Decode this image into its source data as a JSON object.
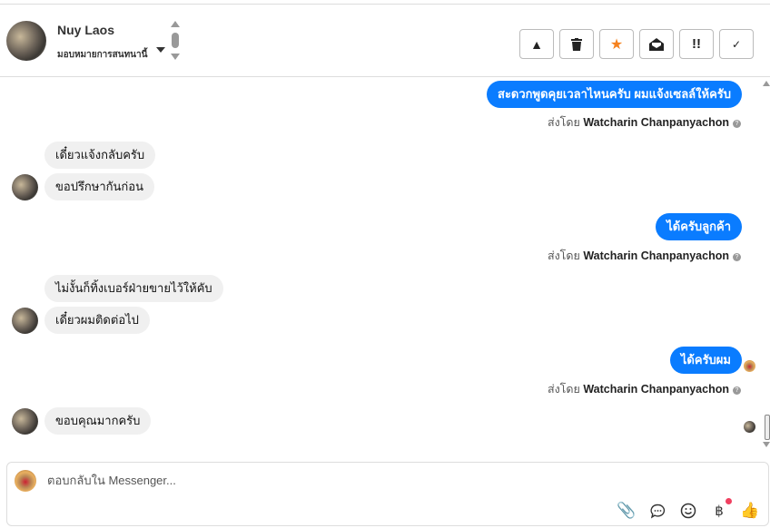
{
  "header": {
    "name": "Nuy Laos",
    "assign_label": "มอบหมายการสนทนานี้",
    "actions": [
      {
        "name": "spam",
        "icon": "warning-icon",
        "glyph": "⚠"
      },
      {
        "name": "delete",
        "icon": "trash-icon",
        "glyph": "🗑"
      },
      {
        "name": "star",
        "icon": "star-icon",
        "glyph": "★"
      },
      {
        "name": "mark-unread",
        "icon": "envelope-open-icon",
        "glyph": "✉"
      },
      {
        "name": "important",
        "icon": "exclamation-icon",
        "glyph": "!!"
      },
      {
        "name": "done",
        "icon": "check-icon",
        "glyph": "✓"
      }
    ]
  },
  "colors": {
    "outgoing": "#0a7cff",
    "incoming": "#f0f0f0",
    "star": "#f5821f"
  },
  "messages": [
    {
      "dir": "out",
      "text": "สะดวกพูดคุยเวลาไหนครับ ผมแจ้งเซลล์ให้ครับ",
      "sent_prefix": "ส่งโดย",
      "sender": "Watcharin Chanpanyachon"
    },
    {
      "dir": "in",
      "text": "เดี๋ยวแจ้งกลับครับ"
    },
    {
      "dir": "in",
      "text": "ขอปรึกษากันก่อน"
    },
    {
      "dir": "out",
      "text": "ได้ครับลูกค้า",
      "sent_prefix": "ส่งโดย",
      "sender": "Watcharin Chanpanyachon"
    },
    {
      "dir": "in",
      "text": "ไม่งั้นก็ทิ้งเบอร์ฝ่ายขายไว้ให้คับ"
    },
    {
      "dir": "in",
      "text": "เดี๋ยวผมติดต่อไป"
    },
    {
      "dir": "out",
      "text": "ได้ครับผม",
      "sent_prefix": "ส่งโดย",
      "sender": "Watcharin Chanpanyachon"
    },
    {
      "dir": "in",
      "text": "ขอบคุณมากครับ"
    }
  ],
  "composer": {
    "placeholder": "ตอบกลับใน Messenger..."
  }
}
